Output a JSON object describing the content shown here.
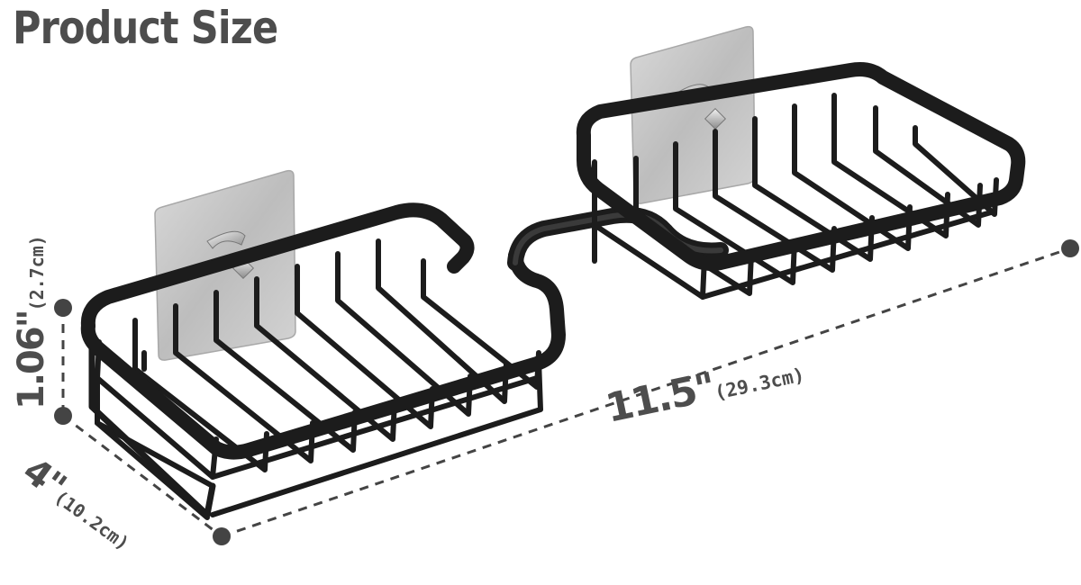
{
  "title": "Product Size",
  "dimensions": {
    "length": {
      "value": "11.5\"",
      "metric": "(29.3cm)"
    },
    "height": {
      "value": "1.06\"",
      "metric": "(2.7cm)"
    },
    "depth": {
      "value": "4\"",
      "metric": "(10.2cm)"
    }
  },
  "colors": {
    "text": "#4d4d4d",
    "rack": "#1c1c1c",
    "adhesive_pad": "#c8c8c8",
    "dimension_line": "#444444"
  }
}
